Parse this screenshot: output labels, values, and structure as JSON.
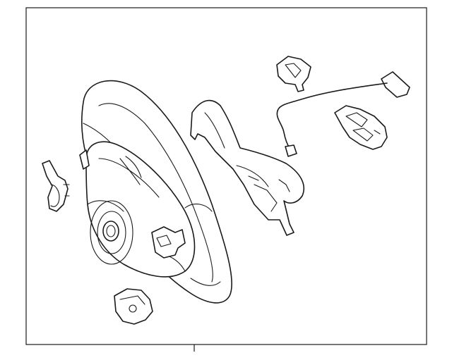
{
  "diagram": {
    "type": "exploded parts illustration",
    "line_color": "#1a1a1a",
    "background": "#ffffff",
    "parts": [
      "steering-wheel",
      "wheel-rim",
      "clip-left",
      "clip-bottom",
      "trim-cover",
      "wiring-harness",
      "switch-cluster",
      "connector-clip"
    ]
  }
}
